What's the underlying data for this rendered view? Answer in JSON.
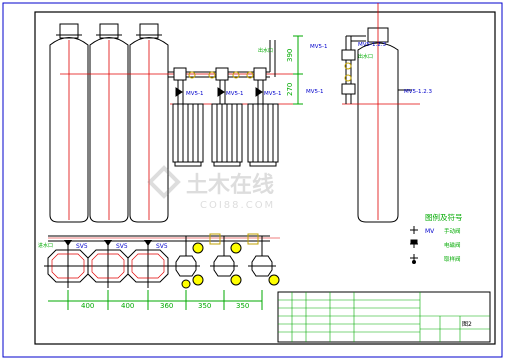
{
  "dimensions": {
    "top_spacing": "390",
    "lower_spacing": "270",
    "bottom": [
      "400",
      "400",
      "360",
      "350",
      "350"
    ]
  },
  "valves": {
    "front_top": "MV5-1",
    "front_row": [
      "MV5-1",
      "MV5-1",
      "MV5-1"
    ],
    "side_top_left": "MV5-1",
    "side_top_right": "MV5-1.2.3",
    "side_mid": "MV5-1.2.3",
    "side_low_left": "MV5-1",
    "side_low_right": "MV5-1.2.3",
    "plan": [
      "SV5",
      "SV5",
      "SV5"
    ]
  },
  "pipe_labels": {
    "outlet_top": "出水口",
    "outlet_side": "出水口",
    "inlet_plan": "进水口"
  },
  "legend": {
    "title": "图例及符号",
    "items": [
      {
        "symbol": "MV",
        "label": "手动阀"
      },
      {
        "symbol": "",
        "label": "电磁阀"
      },
      {
        "symbol": "",
        "label": "取样阀"
      }
    ]
  },
  "title_block": {
    "drawing_no": "图2"
  },
  "watermark": {
    "brand": "土木在线",
    "url": "COI88.COM"
  },
  "colors": {
    "frame": "#0000cc",
    "vessel": "#000000",
    "pipe": "#000000",
    "centerline": "#e00000",
    "dimension": "#00aa00",
    "valve_label": "#0000cc",
    "fitting": "#c0a000"
  }
}
